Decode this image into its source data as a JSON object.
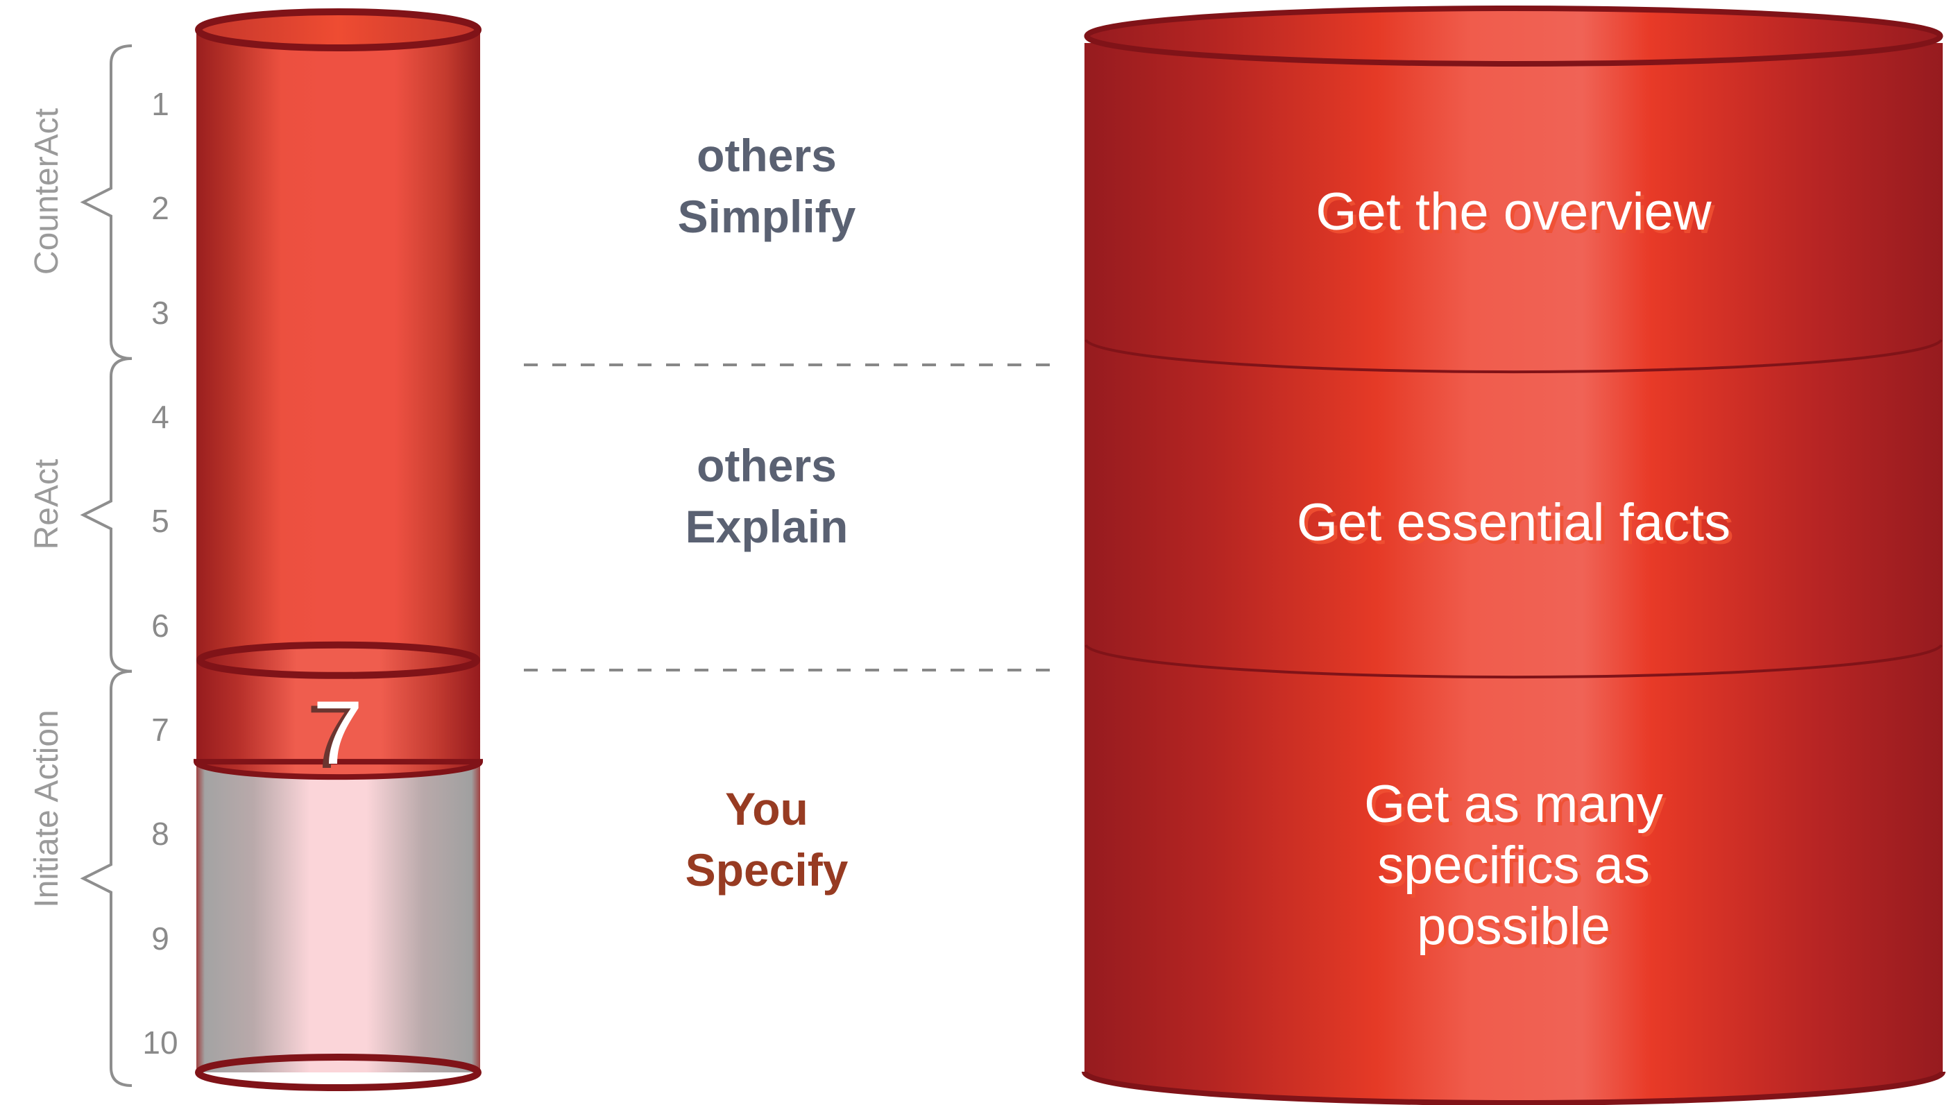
{
  "scale": {
    "numbers": [
      "1",
      "2",
      "3",
      "4",
      "5",
      "6",
      "7",
      "8",
      "9",
      "10"
    ],
    "selected_level": 7,
    "max_level": 10,
    "selected_label": "7"
  },
  "groups": [
    {
      "label": "CounterAct",
      "levels": [
        1,
        3
      ]
    },
    {
      "label": "ReAct",
      "levels": [
        4,
        6
      ]
    },
    {
      "label": "Initiate Action",
      "levels": [
        7,
        10
      ]
    }
  ],
  "middle_labels": [
    {
      "line1": "others",
      "line2": "Simplify",
      "color": "#5a6172"
    },
    {
      "line1": "others",
      "line2": "Explain",
      "color": "#5a6172"
    },
    {
      "line1": "You",
      "line2": "Specify",
      "color": "#973b22"
    }
  ],
  "right_cylinder": {
    "sections": [
      {
        "lines": [
          "Get the overview"
        ]
      },
      {
        "lines": [
          "Get essential facts"
        ]
      },
      {
        "lines": [
          "Get as many",
          "specifics as",
          "possible"
        ]
      }
    ]
  },
  "colors": {
    "red_dark": "#9a1c1f",
    "red_mid": "#e53a26",
    "red_light": "#f06a5a",
    "rim": "#801318",
    "empty_light": "#fbd6da",
    "empty_grey": "#a0a0a0",
    "brace_grey": "#8e8e8e",
    "dash_grey": "#888888"
  }
}
